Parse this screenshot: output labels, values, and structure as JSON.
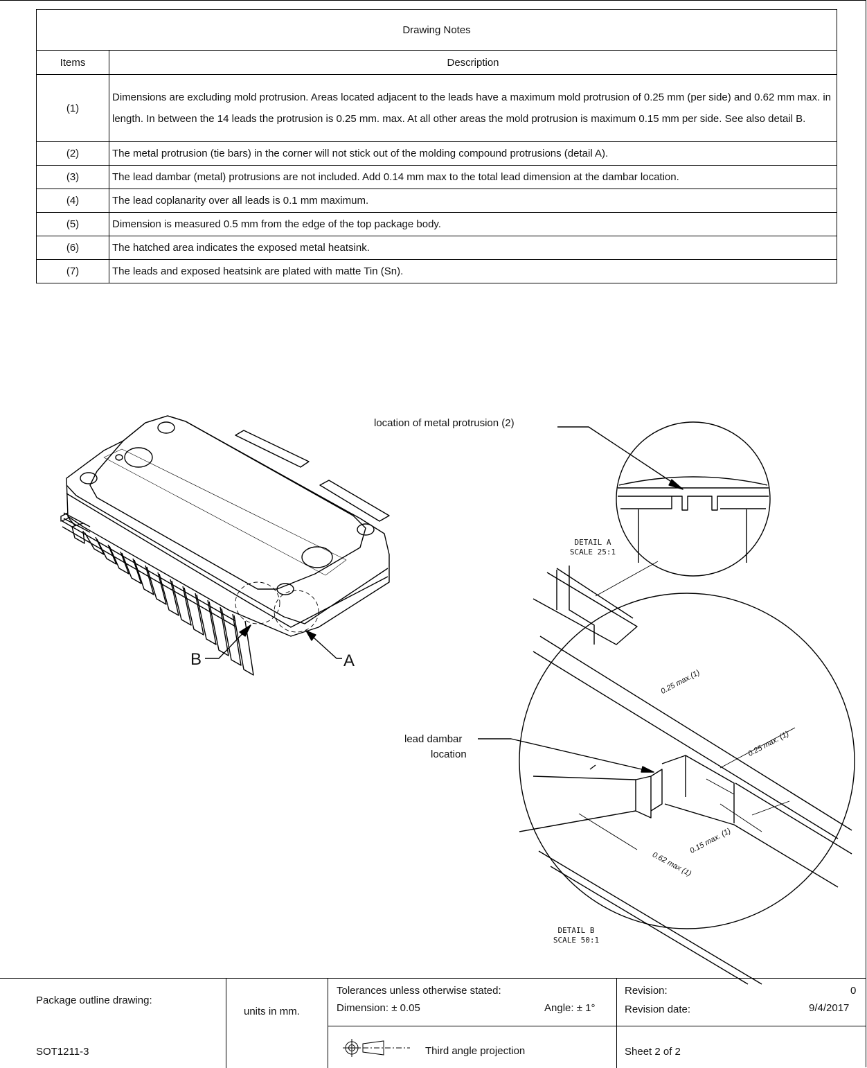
{
  "notes": {
    "title": "Drawing Notes",
    "col_items": "Items",
    "col_description": "Description",
    "rows": [
      {
        "item": "(1)",
        "description": "Dimensions are excluding mold protrusion. Areas located adjacent to the leads have a maximum mold protrusion of 0.25 mm (per side) and 0.62 mm max. in length. In between the 14 leads the protrusion is 0.25 mm. max.  At all other areas the mold protrusion is maximum 0.15 mm per side. See also detail B."
      },
      {
        "item": "(2)",
        "description": "The metal protrusion (tie bars) in the corner will not stick out of the molding compound protrusions (detail A)."
      },
      {
        "item": "(3)",
        "description": "The lead dambar (metal) protrusions are not included. Add 0.14 mm max to the total lead dimension at the dambar location."
      },
      {
        "item": "(4)",
        "description": "The lead coplanarity over all leads is 0.1 mm maximum."
      },
      {
        "item": "(5)",
        "description": "Dimension is measured 0.5 mm from the edge of the top package body."
      },
      {
        "item": "(6)",
        "description": "The hatched area indicates the exposed metal heatsink."
      },
      {
        "item": "(7)",
        "description": "The leads and exposed heatsink are plated with matte Tin (Sn)."
      }
    ]
  },
  "drawing": {
    "label_metal_protrusion": "location of metal protrusion (2)",
    "detail_a_title": "DETAIL  A",
    "detail_a_scale": "SCALE 25:1",
    "detail_b_title": "DETAIL  B",
    "detail_b_scale": "SCALE 50:1",
    "callout_b": "B",
    "callout_a": "A",
    "label_lead_dambar_1": "lead dambar",
    "label_lead_dambar_2": "location",
    "dim_1": "0.25 max.(1)",
    "dim_2": "0.25 max. (1)",
    "dim_3": "0.15 max. (1)",
    "dim_4": "0.62 max (1)"
  },
  "title_block": {
    "package_label": "Package outline drawing:",
    "package_code": "SOT1211-3",
    "units": "units in mm.",
    "tolerances": "Tolerances unless otherwise stated:",
    "dimension_tol": "Dimension: ± 0.05",
    "angle_tol": "Angle: ±  1°",
    "revision_label": "Revision:",
    "revision_value": "0",
    "revision_date_label": "Revision date:",
    "revision_date_value": "9/4/2017",
    "projection": "Third angle projection",
    "sheet": "Sheet 2 of 2",
    "projection_icon": "third-angle-projection-symbol"
  }
}
